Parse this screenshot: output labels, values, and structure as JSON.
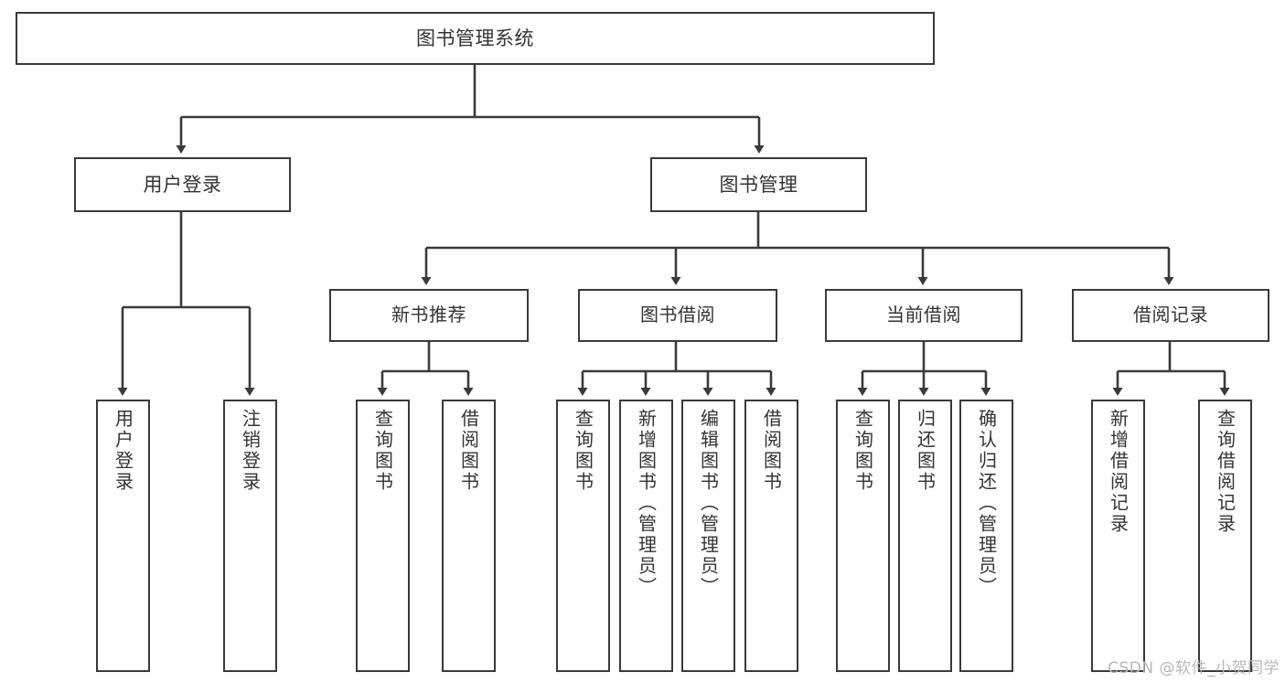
{
  "diagram": {
    "title": "图书管理系统",
    "type": "tree-hierarchy-diagram",
    "colors": {
      "stroke": "#3a3a3a",
      "text": "#333333",
      "background": "#ffffff",
      "watermark": "#b8b8b8"
    },
    "root": {
      "label": "图书管理系统"
    },
    "level2": [
      {
        "id": "user-login",
        "label": "用户登录"
      },
      {
        "id": "book-management",
        "label": "图书管理"
      }
    ],
    "level3": [
      {
        "id": "new-book-recommend",
        "label": "新书推荐"
      },
      {
        "id": "book-borrow",
        "label": "图书借阅"
      },
      {
        "id": "current-borrow",
        "label": "当前借阅"
      },
      {
        "id": "borrow-record",
        "label": "借阅记录"
      }
    ],
    "leaves": {
      "user-login": [
        {
          "id": "leaf-user-login",
          "label": "用户登录"
        },
        {
          "id": "leaf-logout",
          "label": "注销登录"
        }
      ],
      "new-book-recommend": [
        {
          "id": "leaf-query-book-1",
          "label": "查询图书"
        },
        {
          "id": "leaf-borrow-book-1",
          "label": "借阅图书"
        }
      ],
      "book-borrow": [
        {
          "id": "leaf-query-book-2",
          "label": "查询图书"
        },
        {
          "id": "leaf-add-book",
          "label": "新增图书（管理员）"
        },
        {
          "id": "leaf-edit-book",
          "label": "编辑图书（管理员）"
        },
        {
          "id": "leaf-borrow-book-2",
          "label": "借阅图书"
        }
      ],
      "current-borrow": [
        {
          "id": "leaf-query-book-3",
          "label": "查询图书"
        },
        {
          "id": "leaf-return-book",
          "label": "归还图书"
        },
        {
          "id": "leaf-confirm-return",
          "label": "确认归还（管理员）"
        }
      ],
      "borrow-record": [
        {
          "id": "leaf-add-record",
          "label": "新增借阅记录"
        },
        {
          "id": "leaf-query-record",
          "label": "查询借阅记录"
        }
      ]
    },
    "watermark": "CSDN @软件_小贺同学"
  }
}
